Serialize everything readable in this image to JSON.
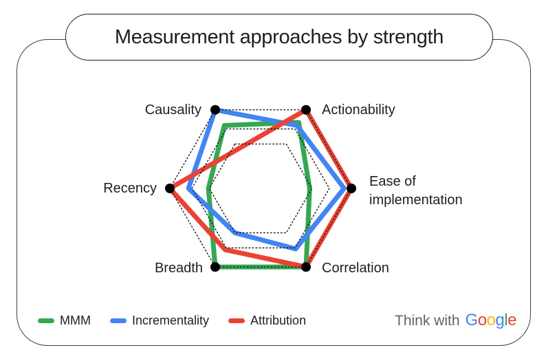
{
  "title": "Measurement approaches by strength",
  "chart_data": {
    "type": "radar",
    "title": "Measurement approaches by strength",
    "axes": [
      {
        "label": "Causality",
        "angle_deg": 120
      },
      {
        "label": "Actionability",
        "angle_deg": 60
      },
      {
        "label": "Ease of implementation",
        "angle_deg": 0
      },
      {
        "label": "Correlation",
        "angle_deg": -60
      },
      {
        "label": "Breadth",
        "angle_deg": -120
      },
      {
        "label": "Recency",
        "angle_deg": 180
      }
    ],
    "scale": {
      "min": 0,
      "max": 1,
      "note": "no numeric ticks shown; values are fraction of outer hexagon radius"
    },
    "gridlines": {
      "style": "dotted",
      "levels": [
        0.565,
        0.757,
        1.0
      ],
      "color": "#1a1a1a"
    },
    "vertex_dots": {
      "show": true,
      "color": "#000000"
    },
    "series": [
      {
        "name": "MMM",
        "color": "#34A853",
        "values": [
          0.8,
          0.84,
          0.54,
          1.0,
          1.0,
          0.575
        ]
      },
      {
        "name": "Incrementality",
        "color": "#4285F4",
        "values": [
          1.0,
          0.8,
          0.92,
          0.77,
          0.565,
          0.795
        ]
      },
      {
        "name": "Attribution",
        "color": "#EA4335",
        "values": [
          0.5,
          1.0,
          1.0,
          1.0,
          0.78,
          1.0
        ]
      }
    ],
    "legend_position": "bottom-left"
  },
  "footer": {
    "brand_prefix": "Think with",
    "brand_word": [
      {
        "ch": "G",
        "color": "#4285F4"
      },
      {
        "ch": "o",
        "color": "#EA4335"
      },
      {
        "ch": "o",
        "color": "#FBBC05"
      },
      {
        "ch": "g",
        "color": "#4285F4"
      },
      {
        "ch": "l",
        "color": "#34A853"
      },
      {
        "ch": "e",
        "color": "#EA4335"
      }
    ]
  }
}
